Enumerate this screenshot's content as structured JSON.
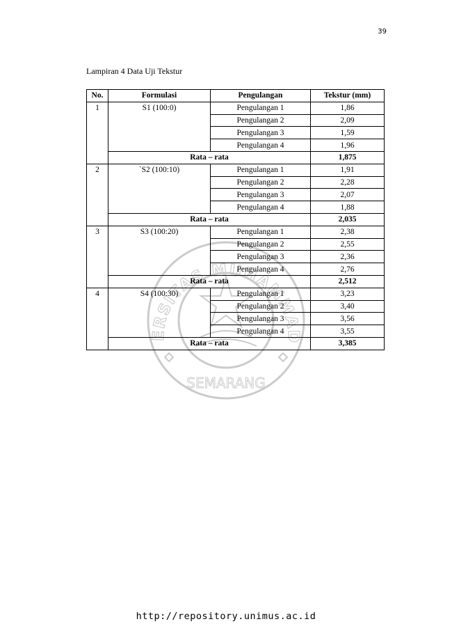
{
  "page_number": "39",
  "caption": "Lampiran 4 Data Uji Tekstur",
  "table": {
    "headers": [
      "No.",
      "Formulasi",
      "Pengulangan",
      "Tekstur (mm)"
    ],
    "average_label": "Rata – rata",
    "groups": [
      {
        "no": "1",
        "formulation": "S1 (100:0)",
        "rows": [
          {
            "rep": "Pengulangan 1",
            "value": "1,86"
          },
          {
            "rep": "Pengulangan 2",
            "value": "2,09"
          },
          {
            "rep": "Pengulangan 3",
            "value": "1,59"
          },
          {
            "rep": "Pengulangan 4",
            "value": "1,96"
          }
        ],
        "average": "1,875"
      },
      {
        "no": "2",
        "formulation": "`S2 (100:10)",
        "rows": [
          {
            "rep": "Pengulangan 1",
            "value": "1,91"
          },
          {
            "rep": "Pengulangan 2",
            "value": "2,28"
          },
          {
            "rep": "Pengulangan 3",
            "value": "2,07"
          },
          {
            "rep": "Pengulangan 4",
            "value": "1,88"
          }
        ],
        "average": "2,035"
      },
      {
        "no": "3",
        "formulation": "S3 (100:20)",
        "rows": [
          {
            "rep": "Pengulangan 1",
            "value": "2,38"
          },
          {
            "rep": "Pengulangan 2",
            "value": "2,55"
          },
          {
            "rep": "Pengulangan 3",
            "value": "2,36"
          },
          {
            "rep": "Pengulangan 4",
            "value": "2,76"
          }
        ],
        "average": "2,512"
      },
      {
        "no": "4",
        "formulation": "S4 (100:30)",
        "rows": [
          {
            "rep": "Pengulangan 1",
            "value": "3,23"
          },
          {
            "rep": "Pengulangan 2",
            "value": "3,40"
          },
          {
            "rep": "Pengulangan 3",
            "value": "3,56"
          },
          {
            "rep": "Pengulangan 4",
            "value": "3,55"
          }
        ],
        "average": "3,385"
      }
    ]
  },
  "watermark": {
    "text_top": "UNIVERSITAS MUHAMMADIYAH",
    "text_bottom": "SEMARANG"
  },
  "footer": {
    "url": "http://repository.unimus.ac.id"
  }
}
